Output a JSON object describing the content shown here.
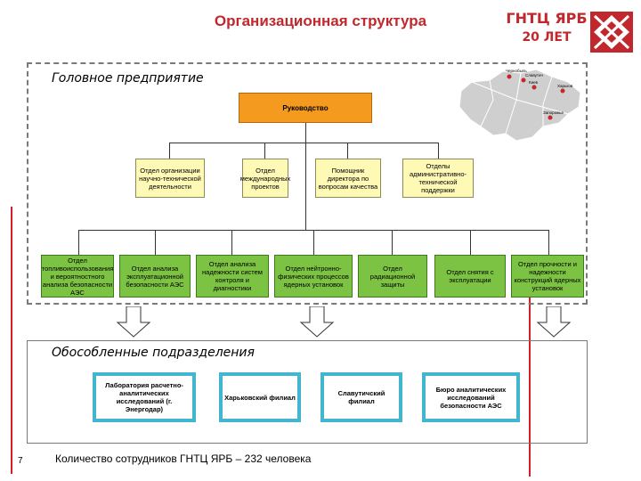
{
  "header": {
    "title": "Организационная структура",
    "logo_name": "ГНТЦ ЯРБ",
    "logo_years": "20 ЛЕТ"
  },
  "colors": {
    "title_red": "#c0282d",
    "head_orange": "#f49b1f",
    "dept_yellow": "#fff9b6",
    "dept_green": "#7cc243",
    "branch_border_blue": "#43b6cf"
  },
  "head_section": {
    "label": "Головное предприятие",
    "top_box": "Руководство",
    "level2": [
      "Отдел организации научно-технической деятельности",
      "Отдел международных проектов",
      "Помощник директора по вопросам качества",
      "Отделы административно-технической поддержки"
    ],
    "level3": [
      "Отдел топливоиспользования и вероятностного анализа безопасности АЭС",
      "Отдел анализа эксплуатационной безопасности АЭС",
      "Отдел анализа надежности систем контроля и диагностики",
      "Отдел нейтронно-физических процессов ядерных установок",
      "Отдел радиационной защиты",
      "Отдел снятия с эксплуатации",
      "Отдел прочности и надежности конструкций ядерных установок"
    ]
  },
  "map": {
    "cities": [
      "Чернобыль",
      "Киев",
      "Харьков",
      "Славутич",
      "Запорожье"
    ]
  },
  "branch_section": {
    "label": "Обособленные подразделения",
    "boxes": [
      "Лаборатория расчетно-аналитических исследований (г. Энергодар)",
      "Харьковский филиал",
      "Славутичский филиал",
      "Бюро аналитических исследований безопасности АЭС"
    ]
  },
  "footer": {
    "page_number": "7",
    "text": "Количество сотрудников ГНТЦ ЯРБ – 232 человека"
  }
}
